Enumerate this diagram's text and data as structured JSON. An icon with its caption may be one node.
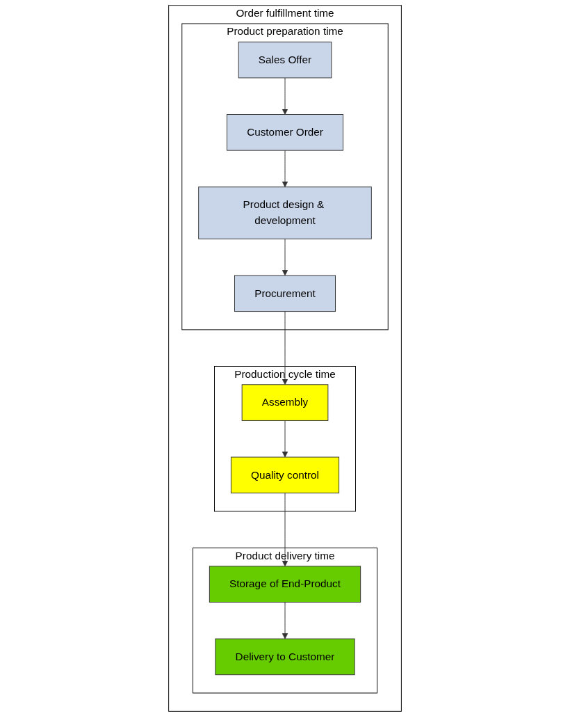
{
  "diagram": {
    "nodes": [
      {
        "text": [
          "Order fulfillment time"
        ]
      },
      {
        "text": [
          "Product preparation time"
        ],
        "in": 0
      },
      {
        "text": [
          "Sales Offer"
        ],
        "in": 1
      },
      {
        "text": [
          "Customer Order"
        ],
        "in": 1
      },
      {
        "text": [
          "Product design & development"
        ],
        "in": 1
      },
      {
        "text": [
          "Procurement"
        ],
        "in": 1
      },
      {
        "text": [
          "Production cycle time"
        ],
        "in": 0
      },
      {
        "text": [
          "Assembly"
        ],
        "in": 6
      },
      {
        "text": [
          "Quality control"
        ],
        "in": 6
      },
      {
        "text": [
          "Product delivery time"
        ],
        "in": 0
      },
      {
        "text": [
          "Storage of End-Product"
        ],
        "in": 9
      },
      {
        "text": [
          "Delivery to Customer"
        ],
        "in": 9
      }
    ],
    "edges": [
      {
        "from": 2,
        "to": 3,
        "arrow": "to"
      },
      {
        "from": 3,
        "to": 4,
        "arrow": "to"
      },
      {
        "from": 4,
        "to": 5,
        "arrow": "to"
      },
      {
        "from": 5,
        "to": 7,
        "arrow": "to"
      },
      {
        "from": 7,
        "to": 8,
        "arrow": "to"
      },
      {
        "from": 8,
        "to": 10,
        "arrow": "to"
      },
      {
        "from": 10,
        "to": 11,
        "arrow": "to"
      }
    ]
  }
}
